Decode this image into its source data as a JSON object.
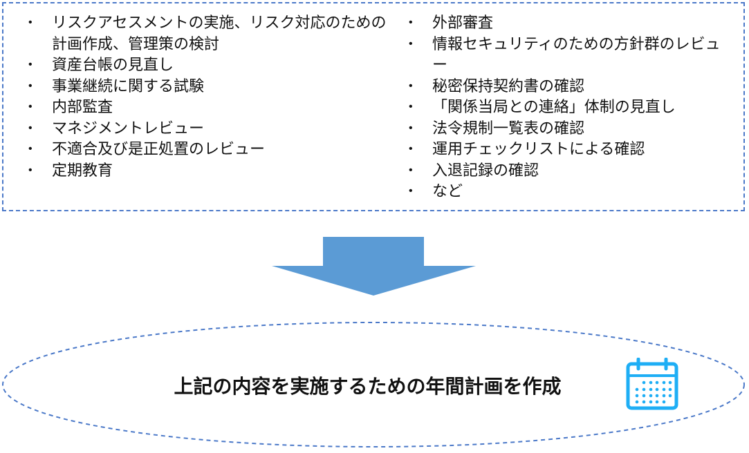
{
  "left_items": [
    "リスクアセスメントの実施、リスク対応のための計画作成、管理策の検討",
    "資産台帳の見直し",
    "事業継続に関する試験",
    "内部監査",
    "マネジメントレビュー",
    "不適合及び是正処置のレビュー",
    "定期教育"
  ],
  "right_items": [
    "外部審査",
    "情報セキュリティのための方針群のレビュー",
    "秘密保持契約書の確認",
    "「関係当局との連絡」体制の見直し",
    "法令規制一覧表の確認",
    "運用チェックリストによる確認",
    "入退記録の確認",
    "など"
  ],
  "bullet": "•",
  "goal_text": "上記の内容を実施するための年間計画を作成",
  "colors": {
    "border": "#4a78c8",
    "arrow": "#5b9bd5",
    "calendar": "#1eaef5"
  }
}
